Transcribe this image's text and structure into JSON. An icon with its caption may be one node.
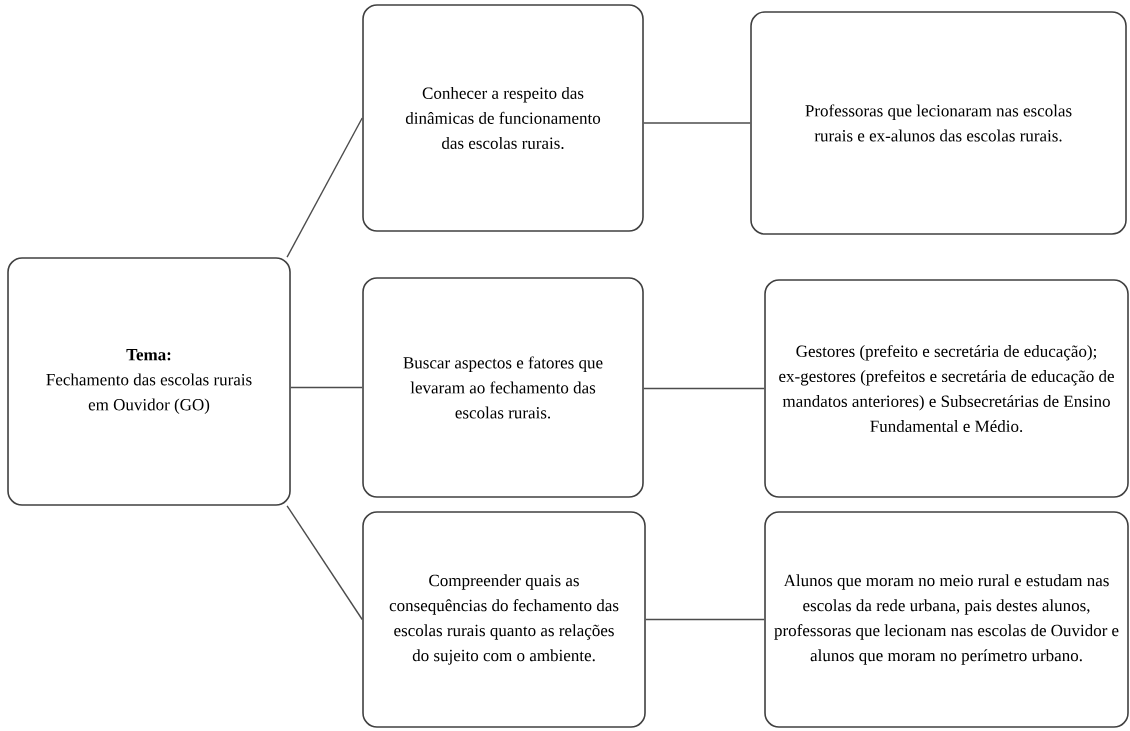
{
  "diagram": {
    "nodes": [
      {
        "text": [
          "Tema:",
          "Fechamento das escolas rurais em Ouvidor (GO)"
        ]
      },
      {
        "text": [
          "Conhecer a respeito das dinâmicas de funcionamento das escolas rurais."
        ]
      },
      {
        "text": [
          "Professoras que lecionaram nas escolas rurais e ex-alunos das escolas rurais."
        ]
      },
      {
        "text": [
          "Buscar aspectos e fatores que levaram ao fechamento das escolas rurais."
        ]
      },
      {
        "text": [
          "Gestores (prefeito e secretária de educação); ex-gestores (prefeitos e secretária de educação de mandatos anteriores) e Subsecretárias de Ensino Fundamental e Médio."
        ]
      },
      {
        "text": [
          "Compreender quais as consequências do fechamento das escolas rurais quanto as relações do sujeito com o ambiente."
        ]
      },
      {
        "text": [
          "Alunos que moram no meio rural e estudam nas escolas da rede urbana, pais destes alunos, professoras que lecionam nas escolas de Ouvidor e alunos que moram no perímetro urbano."
        ]
      }
    ],
    "edges": [
      {
        "from": 0,
        "to": 1,
        "arrow": "none"
      },
      {
        "from": 0,
        "to": 3,
        "arrow": "none"
      },
      {
        "from": 0,
        "to": 5,
        "arrow": "none"
      },
      {
        "from": 1,
        "to": 2,
        "arrow": "none"
      },
      {
        "from": 3,
        "to": 4,
        "arrow": "none"
      },
      {
        "from": 5,
        "to": 6,
        "arrow": "none"
      }
    ]
  }
}
